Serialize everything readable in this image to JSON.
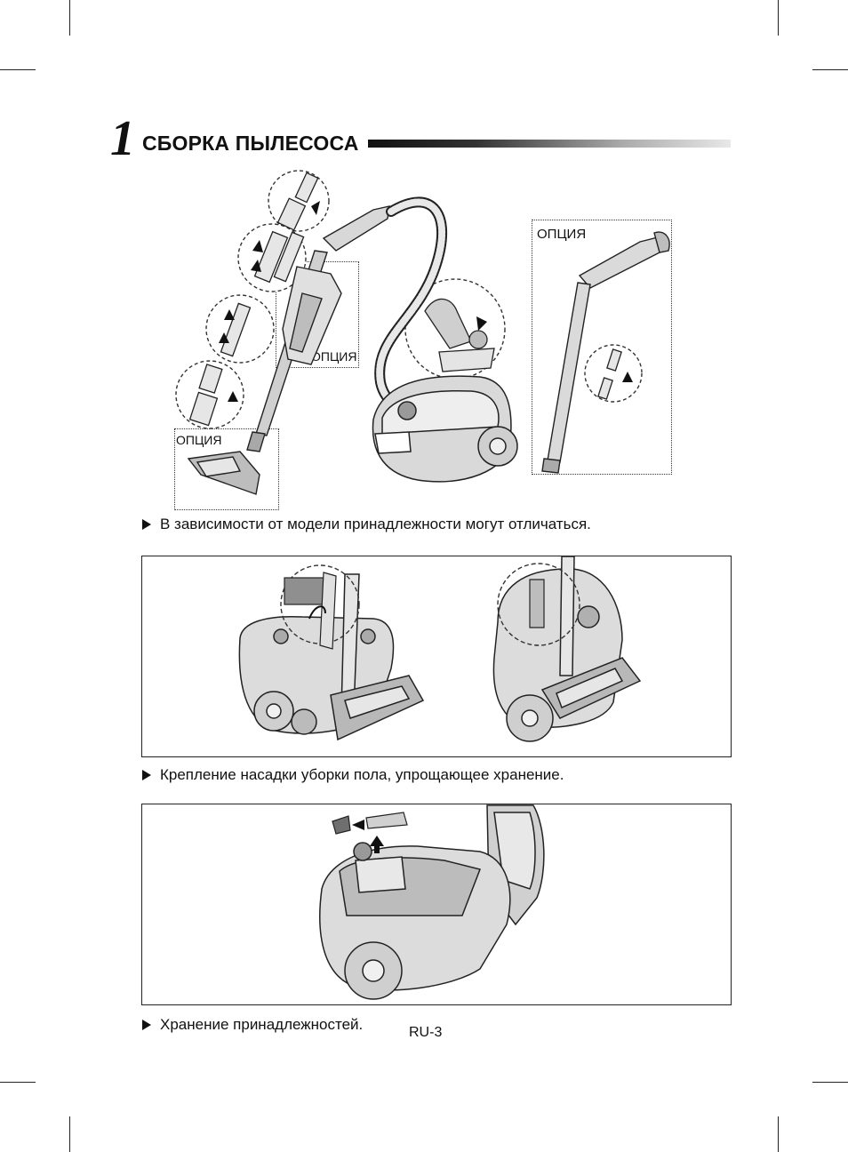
{
  "section": {
    "number": "1",
    "title": "СБОРКА ПЫЛЕСОСА"
  },
  "figure1": {
    "option_label_top_right": "ОПЦИЯ",
    "option_label_middle": "ОПЦИЯ",
    "option_label_bottom_left": "ОПЦИЯ"
  },
  "captions": {
    "c1": "В зависимости от модели принадлежности могут отличаться.",
    "c2": "Крепление насадки уборки пола, упрощающее хранение.",
    "c3": "Хранение принадлежностей."
  },
  "page_number": "RU-3",
  "colors": {
    "ink": "#111111",
    "body_fill": "#d9d9d9",
    "shade": "#a8a8a8"
  }
}
